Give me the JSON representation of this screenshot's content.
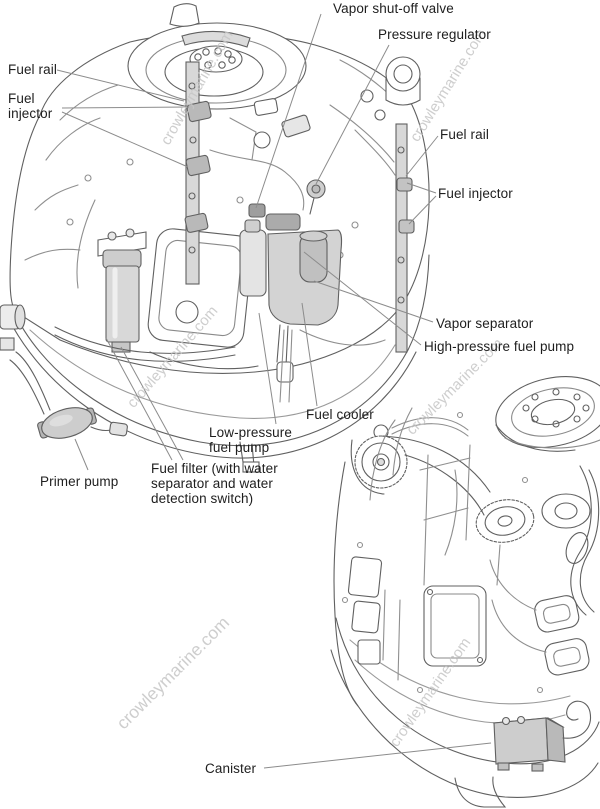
{
  "document": {
    "type": "parts-location-diagram",
    "subject": "Outboard engine fuel system components"
  },
  "watermark": {
    "text": "crowleymarine.com",
    "color": "#c6c6c6"
  },
  "labels": {
    "vapor_shut_off_valve": "Vapor shut-off valve",
    "pressure_regulator": "Pressure regulator",
    "fuel_rail_left": "Fuel rail",
    "fuel_injector_left": [
      "Fuel",
      "injector"
    ],
    "fuel_rail_right": "Fuel rail",
    "fuel_injector_right": "Fuel injector",
    "vapor_separator": "Vapor separator",
    "high_pressure_fuel_pump": "High-pressure fuel pump",
    "fuel_cooler": "Fuel cooler",
    "low_pressure_fuel_pump": [
      "Low-pressure",
      "fuel pump"
    ],
    "fuel_filter": [
      "Fuel filter (with water",
      "separator and water",
      "detection switch)"
    ],
    "primer_pump": "Primer pump",
    "canister": "Canister"
  },
  "style": {
    "background": "#ffffff",
    "line_color": "#606060",
    "leader_color": "#8c8c8c",
    "component_fill": "#d6d6d6",
    "label_color": "#1e1e1e"
  }
}
